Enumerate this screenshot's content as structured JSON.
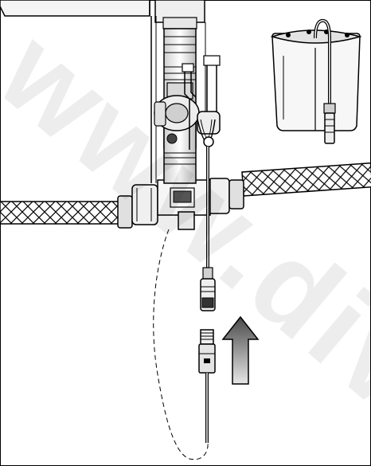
{
  "watermark": {
    "text": "www.div"
  },
  "illustration": {
    "parts": [
      "controller-box",
      "vertical-pipe",
      "solenoid-valve",
      "wire-clips",
      "braided-hose",
      "battery-pack",
      "sensor-cable",
      "connector-plug",
      "insert-arrow"
    ],
    "colors": {
      "line": "#000000",
      "fill_light": "#f2f2f2",
      "fill_mid": "#d9d9d9",
      "fill_dark": "#7a7a7a",
      "arrow_top": "#4a4a4a",
      "arrow_bottom": "#e6e6e6"
    }
  }
}
